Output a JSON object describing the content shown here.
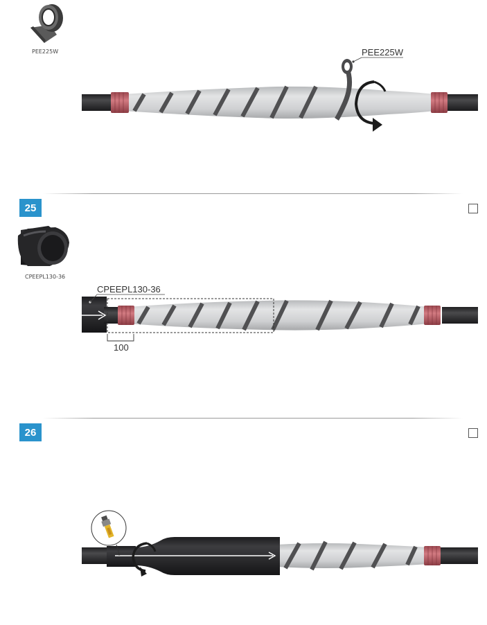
{
  "steps": [
    {
      "number": "",
      "has_checkbox": false,
      "product_label": "PEE225W",
      "callout_label": "PEE225W",
      "product_icon": "tape-roll-icon",
      "action_icon": "rotate-arrow-icon"
    },
    {
      "number": "25",
      "has_checkbox": true,
      "product_label": "CPEEPL130-36",
      "callout_label": "CPEEPL130-36",
      "dimension_label": "100",
      "product_icon": "heat-shrink-tube-icon",
      "action_icon": "slide-arrow-icon"
    },
    {
      "number": "26",
      "has_checkbox": true,
      "tool_icon": "heat-gun-torch-icon",
      "action_icon": "rotate-arrow-icon"
    }
  ],
  "colors": {
    "step_badge": "#2a93cc",
    "cable": "#2b2b2d",
    "tape_red": "#c4636b",
    "insulation": "#c9cbcd",
    "wrap_tape": "#555555"
  }
}
